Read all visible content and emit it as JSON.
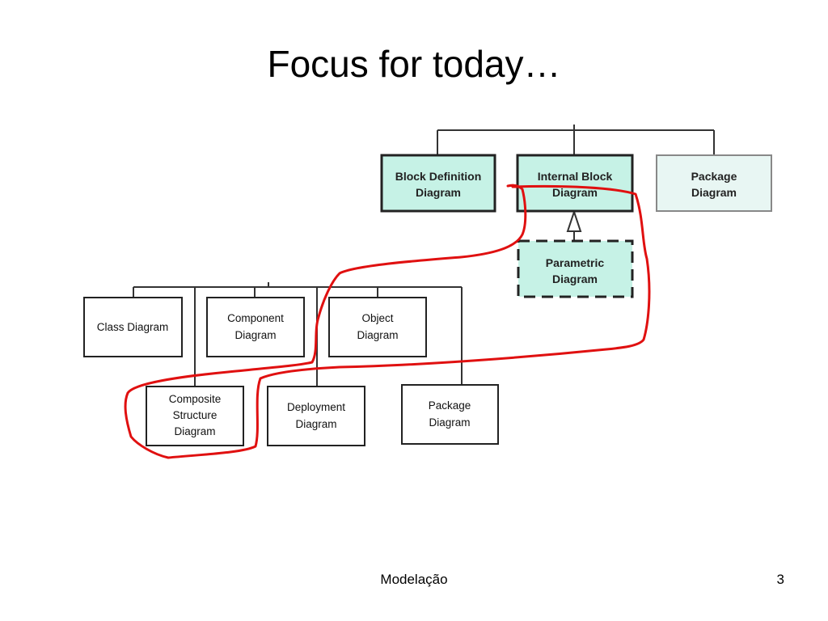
{
  "slide": {
    "title": "Focus for today…",
    "footer": "Modelação",
    "page_number": "3"
  },
  "diagram": {
    "sysml_boxes": {
      "block_definition": [
        "Block Definition",
        "Diagram"
      ],
      "internal_block": [
        "Internal Block",
        "Diagram"
      ],
      "package_top": [
        "Package",
        "Diagram"
      ],
      "parametric": [
        "Parametric",
        "Diagram"
      ]
    },
    "uml_boxes": {
      "class": [
        "Class Diagram"
      ],
      "component": [
        "Component",
        "Diagram"
      ],
      "object": [
        "Object",
        "Diagram"
      ],
      "composite_structure": [
        "Composite",
        "Structure",
        "Diagram"
      ],
      "deployment": [
        "Deployment",
        "Diagram"
      ],
      "package_bottom": [
        "Package",
        "Diagram"
      ]
    },
    "colors": {
      "sysml_fill": "#c6f2e6",
      "package_fill": "#e8f6f3",
      "box_border": "#222222",
      "line": "#333333",
      "annotation": "#e01010"
    }
  }
}
